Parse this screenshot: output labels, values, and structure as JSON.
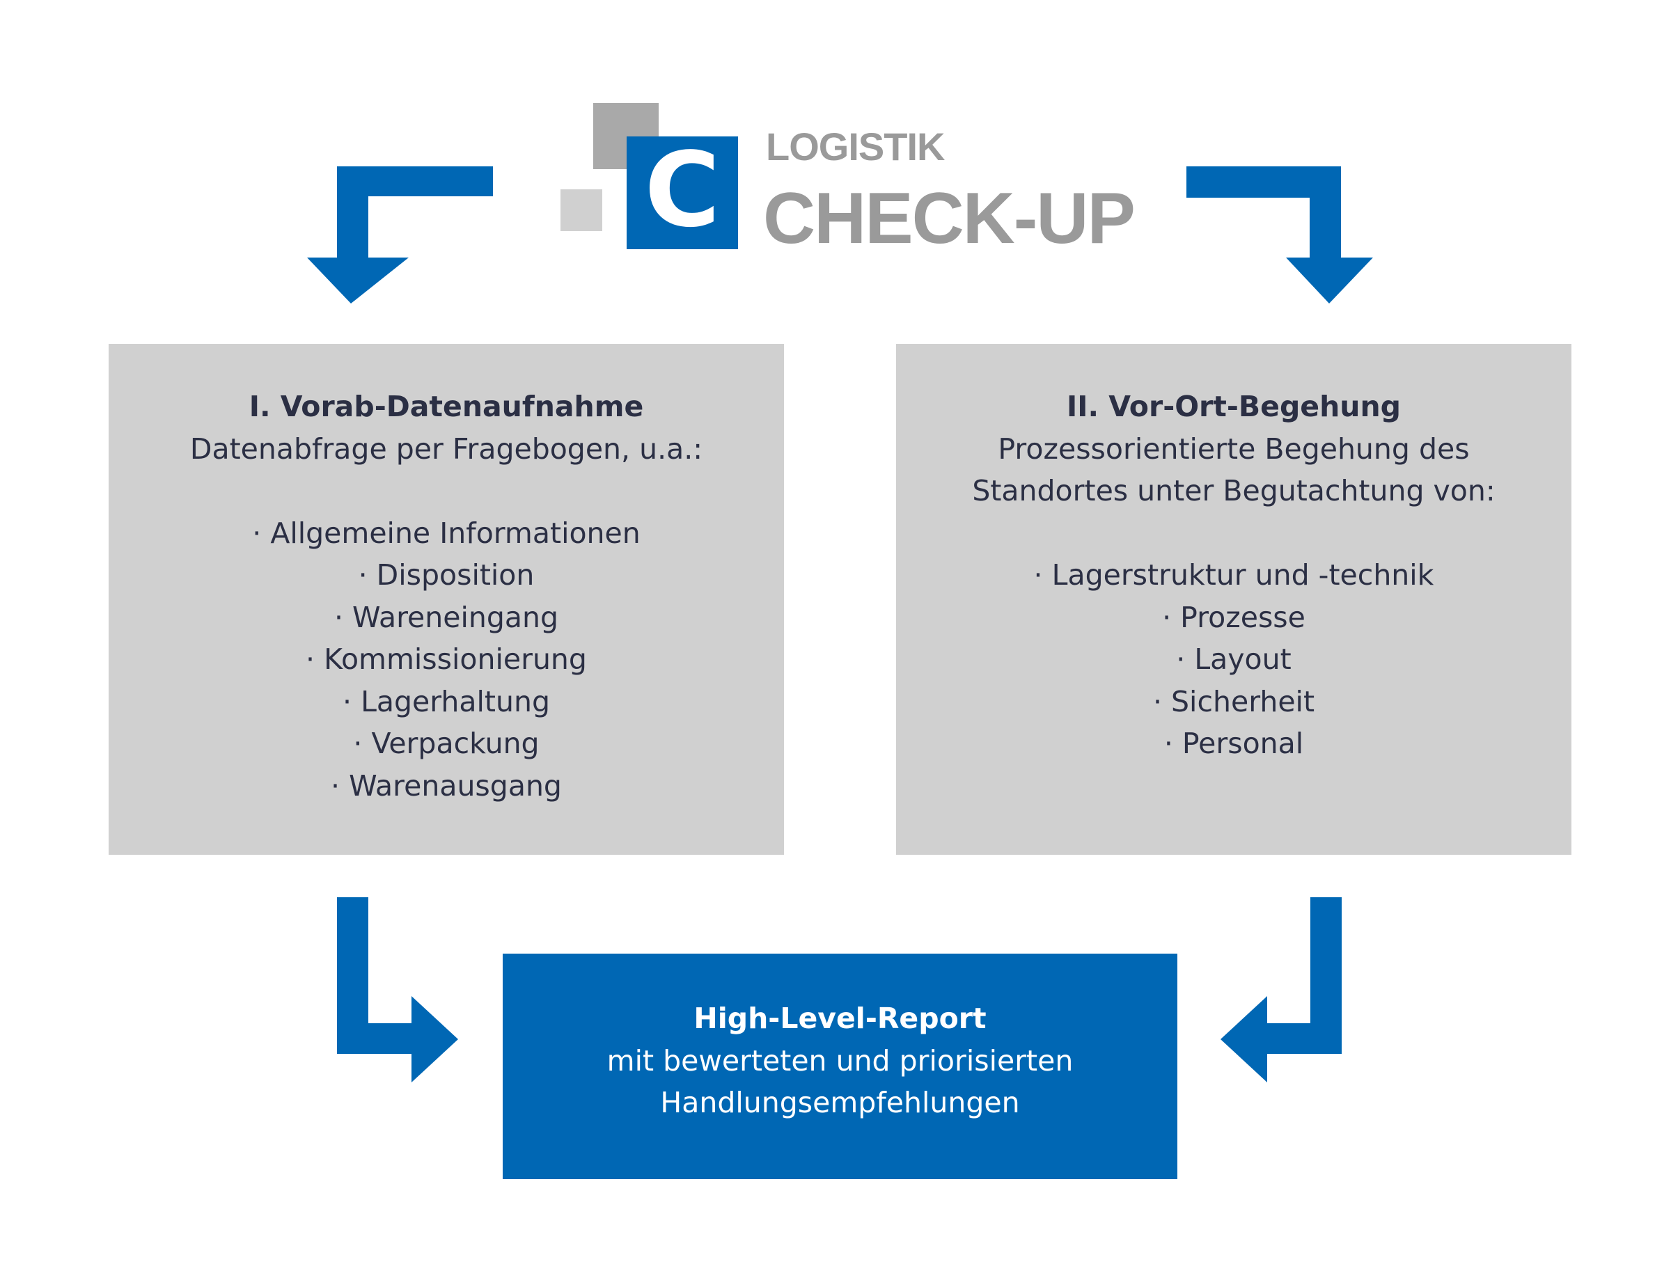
{
  "logo": {
    "letter": "C",
    "line1": "LOGISTIK",
    "line2": "CHECK-UP",
    "colors": {
      "blue": "#0067b4",
      "gray_text": "#9a9a9a",
      "gray_square_dark": "#a9a9a9",
      "gray_square_light": "#d0d0d0"
    }
  },
  "step1": {
    "title": "I. Vorab-Datenaufnahme",
    "description": [
      "Datenabfrage per Fragebogen, u.a.:"
    ],
    "items": [
      "· Allgemeine Informationen",
      "· Disposition",
      "· Wareneingang",
      "· Kommissionierung",
      "· Lagerhaltung",
      "· Verpackung",
      "· Warenausgang"
    ]
  },
  "step2": {
    "title": "II. Vor-Ort-Begehung",
    "description": [
      "Prozessorientierte Begehung des",
      "Standortes unter Begutachtung von:"
    ],
    "items": [
      "· Lagerstruktur und -technik",
      "· Prozesse",
      "· Layout",
      "· Sicherheit",
      "· Personal"
    ]
  },
  "report": {
    "title": "High-Level-Report",
    "lines": [
      "mit bewerteten und priorisierten",
      "Handlungsempfehlungen"
    ]
  },
  "colors": {
    "accent": "#0067b4",
    "box_gray": "#d0d0d0",
    "text_dark": "#2b2f44"
  }
}
